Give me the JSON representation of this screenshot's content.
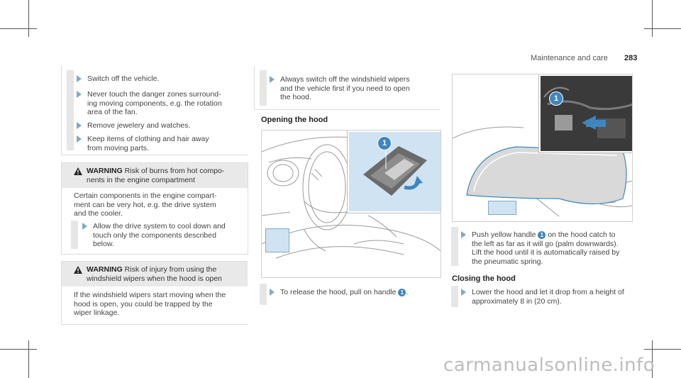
{
  "header": {
    "section": "Maintenance and care",
    "page": "283"
  },
  "col1": {
    "bullets_top": [
      [
        "Switch off the vehicle."
      ],
      [
        "Never touch the danger zones surround-",
        "ing moving components, e.g. the rotation",
        "area of the fan."
      ],
      [
        "Remove jewelery and watches."
      ],
      [
        "Keep items of clothing and hair away",
        "from moving parts."
      ]
    ],
    "warn1": {
      "label": "WARNING",
      "head": [
        "Risk of burns from hot compo-",
        "nents in the engine compartment"
      ],
      "body": [
        "Certain components in the engine compart-",
        "ment can be very hot, e.g. the drive system",
        "and the cooler."
      ],
      "bullet": [
        "Allow the drive system to cool down and",
        "touch only the components described",
        "below."
      ]
    },
    "warn2": {
      "label": "WARNING",
      "head": [
        "Risk of injury from using the",
        "windshield wipers when the hood is open"
      ],
      "body": [
        "If the windshield wipers start moving when the",
        "hood is open, you could be trapped by the",
        "wiper linkage."
      ]
    }
  },
  "col2": {
    "bullet_top": [
      "Always switch off the windshield wipers",
      "and the vehicle first if you need to open",
      "the hood."
    ],
    "heading": "Opening the hood",
    "figure_callout": "1",
    "bullet_pre": "To release the hood, pull on handle",
    "bullet_num": "1",
    "bullet_post": "."
  },
  "col3": {
    "figure_callout": "1",
    "bullet1_pre": "Push yellow handle",
    "bullet1_num": "1",
    "bullet1_post": "on the hood catch to",
    "bullet1_rest": [
      "the left as far as it will go (palm downwards).",
      "Lift the hood until it is automatically raised by",
      "the pneumatic spring."
    ],
    "heading": "Closing the hood",
    "bullet2": [
      "Lower the hood and let it drop from a height of",
      "approximately 8 in (20 cm)."
    ]
  },
  "footer": {
    "watermark": "carmanualsonline.info"
  },
  "colors": {
    "accent": "#3f86bf",
    "arrow": "#7fa8c8",
    "highlight": "#cfe3f3"
  }
}
